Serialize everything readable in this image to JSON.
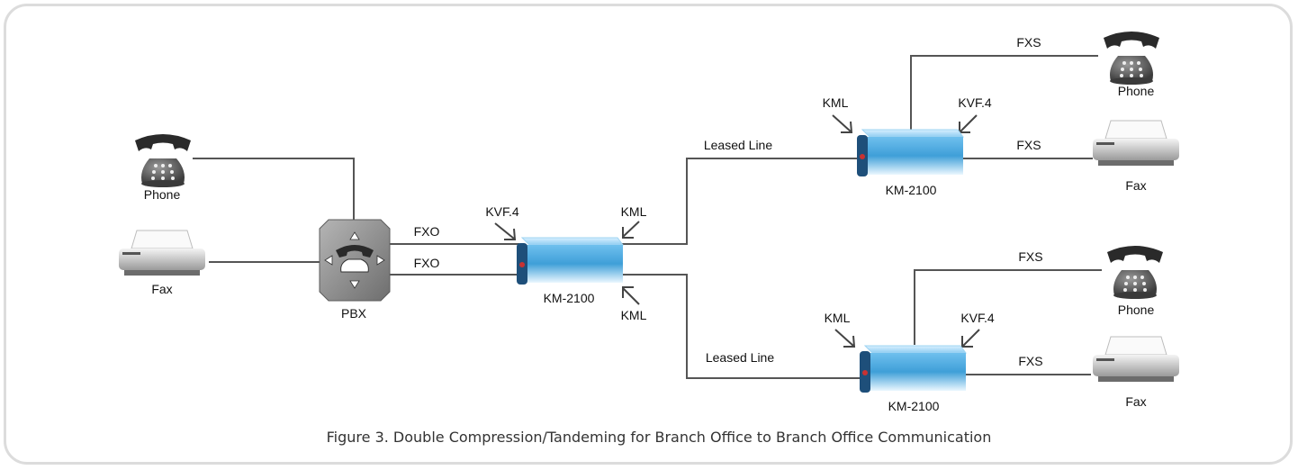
{
  "figure": {
    "caption": "Figure 3. Double Compression/Tandeming for Branch Office to Branch Office Communication"
  },
  "labels": {
    "phone": "Phone",
    "fax": "Fax",
    "pbx": "PBX",
    "fxo": "FXO",
    "fxs": "FXS",
    "kvf": "KVF.4",
    "kml": "KML",
    "leased_line": "Leased Line",
    "device": "KM-2100"
  },
  "colors": {
    "device_blue": "#4aa6dc",
    "device_dark": "#1e4f7a",
    "pbx_gray": "#8a8a8a",
    "wire": "#555555",
    "frame": "#dcdcdc"
  }
}
